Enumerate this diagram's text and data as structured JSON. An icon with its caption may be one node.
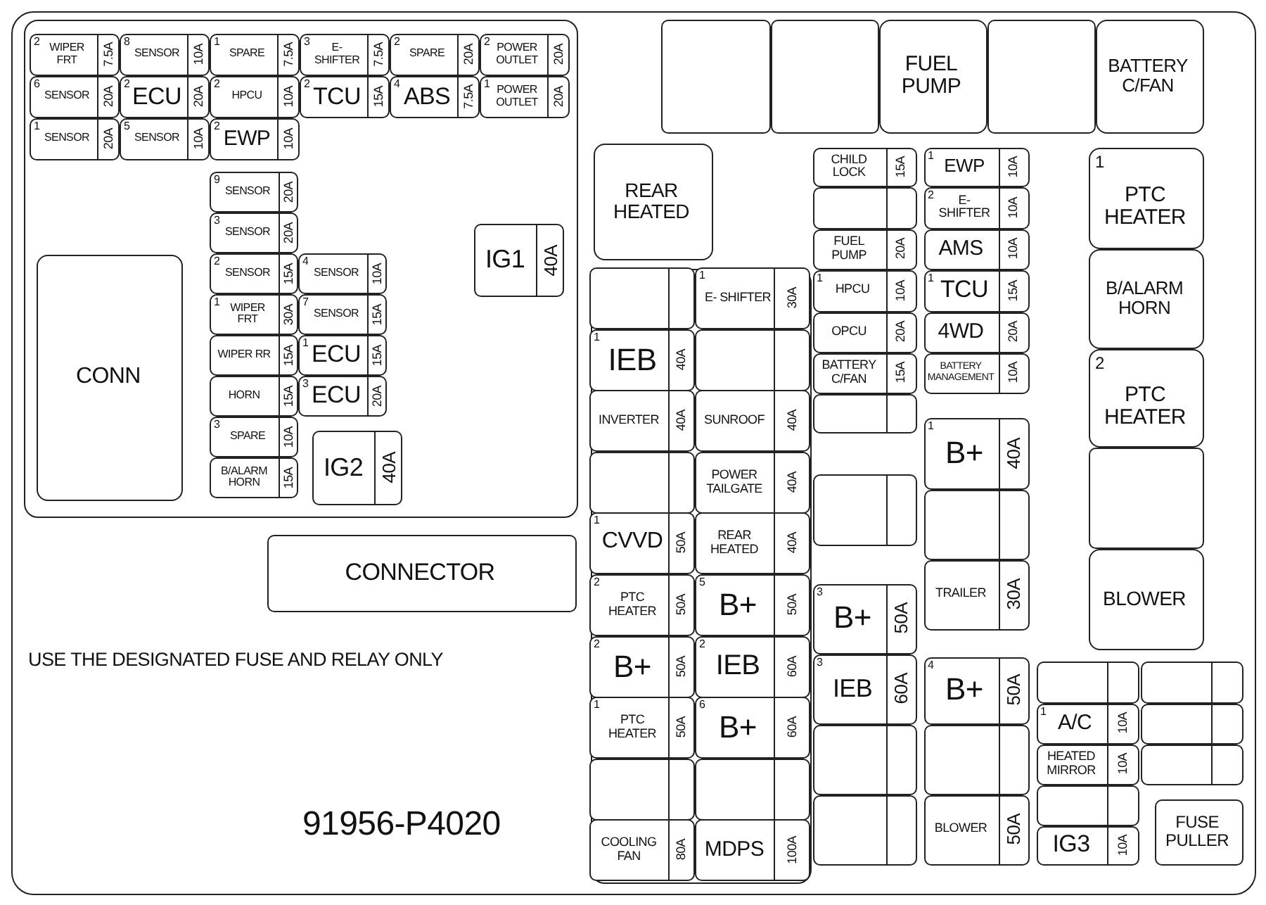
{
  "diagram": {
    "nodes": [
      {
        "text": [],
        "shape": "box"
      },
      {
        "text": [],
        "shape": "box",
        "in": 0
      },
      {
        "text": [
          "2",
          "WIPER FRT",
          "7.5A"
        ],
        "in": 1
      },
      {
        "text": [
          "8",
          "SENSOR",
          "10A"
        ],
        "in": 1
      },
      {
        "text": [
          "1",
          "SPARE",
          "7.5A"
        ],
        "in": 1
      },
      {
        "text": [
          "3",
          "E- SHIFTER",
          "7.5A"
        ],
        "in": 1
      },
      {
        "text": [
          "2",
          "SPARE",
          "20A"
        ],
        "in": 1
      },
      {
        "text": [
          "2",
          "POWER OUTLET",
          "20A"
        ],
        "in": 1
      },
      {
        "text": [
          "6",
          "SENSOR",
          "20A"
        ],
        "in": 1
      },
      {
        "text": [
          "2",
          "ECU",
          "20A"
        ],
        "in": 1
      },
      {
        "text": [
          "2",
          "HPCU",
          "10A"
        ],
        "in": 1
      },
      {
        "text": [
          "2",
          "TCU",
          "15A"
        ],
        "in": 1
      },
      {
        "text": [
          "4",
          "ABS",
          "7.5A"
        ],
        "in": 1
      },
      {
        "text": [
          "1",
          "POWER OUTLET",
          "20A"
        ],
        "in": 1
      },
      {
        "text": [
          "1",
          "SENSOR",
          "20A"
        ],
        "in": 1
      },
      {
        "text": [
          "5",
          "SENSOR",
          "10A"
        ],
        "in": 1
      },
      {
        "text": [
          "2",
          "EWP",
          "10A"
        ],
        "in": 1
      },
      {
        "text": [
          "CONN"
        ],
        "in": 1
      },
      {
        "text": [
          "9",
          "SENSOR",
          "20A"
        ],
        "in": 1
      },
      {
        "text": [
          "3",
          "SENSOR",
          "20A"
        ],
        "in": 1
      },
      {
        "text": [
          "IG1",
          "40A"
        ],
        "in": 1
      },
      {
        "text": [
          "2",
          "SENSOR",
          "15A"
        ],
        "in": 1
      },
      {
        "text": [
          "4",
          "SENSOR",
          "10A"
        ],
        "in": 1
      },
      {
        "text": [
          "1",
          "WIPER FRT",
          "30A"
        ],
        "in": 1
      },
      {
        "text": [
          "7",
          "SENSOR",
          "15A"
        ],
        "in": 1
      },
      {
        "text": [
          "WIPER RR",
          "15A"
        ],
        "in": 1
      },
      {
        "text": [
          "1",
          "ECU",
          "15A"
        ],
        "in": 1
      },
      {
        "text": [
          "HORN",
          "15A"
        ],
        "in": 1
      },
      {
        "text": [
          "3",
          "ECU",
          "20A"
        ],
        "in": 1
      },
      {
        "text": [
          "3",
          "SPARE",
          "10A"
        ],
        "in": 1
      },
      {
        "text": [
          "IG2",
          "40A"
        ],
        "in": 1
      },
      {
        "text": [
          "B/ALARM HORN",
          "15A"
        ],
        "in": 1
      },
      {
        "text": [
          "CONNECTOR"
        ],
        "in": 0
      },
      {
        "text": [],
        "shape": "box",
        "in": 0
      },
      {
        "text": [],
        "shape": "box",
        "in": 0
      },
      {
        "text": [
          "FUEL PUMP"
        ],
        "in": 0
      },
      {
        "text": [],
        "shape": "box",
        "in": 0
      },
      {
        "text": [
          "BATTERY C/FAN"
        ],
        "in": 0
      },
      {
        "text": [
          "REAR HEATED"
        ],
        "in": 0
      },
      {
        "text": [],
        "shape": "box",
        "in": 0
      },
      {
        "text": [],
        "shape": "box",
        "in": 39
      },
      {
        "text": [
          "1",
          "E- SHIFTER",
          "30A"
        ],
        "in": 39
      },
      {
        "text": [
          "1",
          "IEB",
          "40A"
        ],
        "in": 39
      },
      {
        "text": [],
        "shape": "box",
        "in": 39
      },
      {
        "text": [
          "INVERTER",
          "40A"
        ],
        "in": 39
      },
      {
        "text": [
          "SUNROOF",
          "40A"
        ],
        "in": 39
      },
      {
        "text": [],
        "shape": "box",
        "in": 39
      },
      {
        "text": [
          "POWER TAILGATE",
          "40A"
        ],
        "in": 39
      },
      {
        "text": [
          "1",
          "CVVD",
          "50A"
        ],
        "in": 39
      },
      {
        "text": [
          "REAR HEATED",
          "40A"
        ],
        "in": 39
      },
      {
        "text": [
          "2",
          "PTC HEATER",
          "50A"
        ],
        "in": 39
      },
      {
        "text": [
          "5",
          "B+",
          "50A"
        ],
        "in": 39
      },
      {
        "text": [
          "2",
          "B+",
          "50A"
        ],
        "in": 39
      },
      {
        "text": [
          "2",
          "IEB",
          "60A"
        ],
        "in": 39
      },
      {
        "text": [
          "1",
          "PTC HEATER",
          "50A"
        ],
        "in": 39
      },
      {
        "text": [
          "6",
          "B+",
          "60A"
        ],
        "in": 39
      },
      {
        "text": [],
        "shape": "box",
        "in": 39
      },
      {
        "text": [],
        "shape": "box",
        "in": 39
      },
      {
        "text": [
          "COOLING FAN",
          "80A"
        ],
        "in": 39
      },
      {
        "text": [
          "MDPS",
          "100A"
        ],
        "in": 39
      },
      {
        "text": [
          "CHILD LOCK",
          "15A"
        ],
        "in": 0
      },
      {
        "text": [],
        "shape": "box",
        "in": 0
      },
      {
        "text": [
          "FUEL PUMP",
          "20A"
        ],
        "in": 0
      },
      {
        "text": [
          "1",
          "HPCU",
          "10A"
        ],
        "in": 0
      },
      {
        "text": [
          "OPCU",
          "20A"
        ],
        "in": 0
      },
      {
        "text": [
          "BATTERY C/FAN",
          "15A"
        ],
        "in": 0
      },
      {
        "text": [],
        "shape": "box",
        "in": 0
      },
      {
        "text": [],
        "shape": "box",
        "in": 0
      },
      {
        "text": [
          "3",
          "B+",
          "50A"
        ],
        "in": 0
      },
      {
        "text": [
          "3",
          "IEB",
          "60A"
        ],
        "in": 0
      },
      {
        "text": [],
        "shape": "box",
        "in": 0
      },
      {
        "text": [],
        "shape": "box",
        "in": 0
      },
      {
        "text": [
          "1",
          "EWP",
          "10A"
        ],
        "in": 0
      },
      {
        "text": [
          "2",
          "E- SHIFTER",
          "10A"
        ],
        "in": 0
      },
      {
        "text": [
          "AMS",
          "10A"
        ],
        "in": 0
      },
      {
        "text": [
          "1",
          "TCU",
          "15A"
        ],
        "in": 0
      },
      {
        "text": [
          "4WD",
          "20A"
        ],
        "in": 0
      },
      {
        "text": [
          "BATTERY MANAGEMENT",
          "10A"
        ],
        "in": 0
      },
      {
        "text": [
          "1",
          "B+",
          "40A"
        ],
        "in": 0
      },
      {
        "text": [],
        "shape": "box",
        "in": 0
      },
      {
        "text": [
          "TRAILER",
          "30A"
        ],
        "in": 0
      },
      {
        "text": [
          "4",
          "B+",
          "50A"
        ],
        "in": 0
      },
      {
        "text": [],
        "shape": "box",
        "in": 0
      },
      {
        "text": [
          "BLOWER",
          "50A"
        ],
        "in": 0
      },
      {
        "text": [
          "1",
          "PTC HEATER"
        ],
        "in": 0
      },
      {
        "text": [
          "B/ALARM HORN"
        ],
        "in": 0
      },
      {
        "text": [
          "2",
          "PTC HEATER"
        ],
        "in": 0
      },
      {
        "text": [],
        "shape": "box",
        "in": 0
      },
      {
        "text": [
          "BLOWER"
        ],
        "in": 0
      },
      {
        "text": [],
        "shape": "box",
        "in": 0
      },
      {
        "text": [
          "1",
          "A/C",
          "10A"
        ],
        "in": 0
      },
      {
        "text": [
          "HEATED MIRROR",
          "10A"
        ],
        "in": 0
      },
      {
        "text": [],
        "shape": "box",
        "in": 0
      },
      {
        "text": [
          "IG3",
          "10A"
        ],
        "in": 0
      },
      {
        "text": [],
        "shape": "box",
        "in": 0
      },
      {
        "text": [],
        "shape": "box",
        "in": 0
      },
      {
        "text": [],
        "shape": "box",
        "in": 0
      },
      {
        "text": [
          "FUSE PULLER"
        ],
        "in": 0
      }
    ],
    "edges": [],
    "labels": [
      "USE THE DESIGNATED FUSE AND RELAY ONLY",
      "91956-P4020"
    ]
  }
}
